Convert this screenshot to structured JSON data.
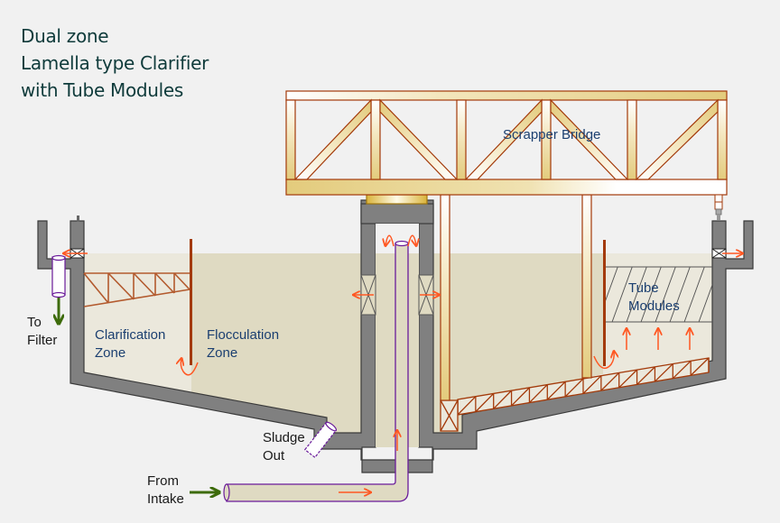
{
  "title": {
    "line1": "Dual zone",
    "line2": "Lamella type Clarifier",
    "line3": "with Tube Modules"
  },
  "labels": {
    "scrapper_bridge": "Scrapper Bridge",
    "to_filter_1": "To",
    "to_filter_2": "Filter",
    "clarification_1": "Clarification",
    "clarification_2": "Zone",
    "flocculation_1": "Flocculation",
    "flocculation_2": "Zone",
    "tube_modules_1": "Tube",
    "tube_modules_2": "Modules",
    "sludge_out_1": "Sludge",
    "sludge_out_2": "Out",
    "from_intake_1": "From",
    "from_intake_2": "Intake"
  },
  "colors": {
    "background": "#f1f1f1",
    "concrete": "#808080",
    "water_clarification": "#ebe8dc",
    "water_flocculation": "#dfdac2",
    "bridge_gold": "#e6cf82",
    "bridge_outline": "#a33a0a",
    "flow_arrow": "#ff5722",
    "pipe_outline": "#6a1b9a",
    "green_arrow": "#3d6b0a",
    "label_blue": "#1b3f70",
    "title_color": "#0f3b3b"
  }
}
